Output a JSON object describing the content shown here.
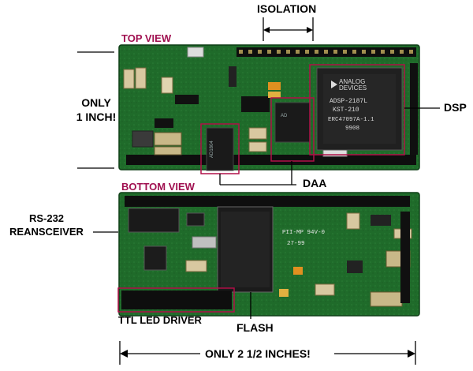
{
  "labels": {
    "isolation": "ISOLATION",
    "top_view": "TOP VIEW",
    "bottom_view": "BOTTOM VIEW",
    "only_1_inch_line1": "ONLY",
    "only_1_inch_line2": "1 INCH!",
    "dsp": "DSP",
    "daa": "DAA",
    "rs232_line1": "RS-232",
    "rs232_line2": "REANSCEIVER",
    "ttl_led_driver": "TTL LED DRIVER",
    "flash": "FLASH",
    "only_2_half_inches": "ONLY 2 1/2 INCHES!"
  },
  "chip_text": {
    "dsp_line1": "ANALOG",
    "dsp_line2": "DEVICES",
    "dsp_line3": "ADSP-2187L",
    "dsp_line4": "KST-210",
    "dsp_line5": "ERC47097A-1.1",
    "dsp_line6": "9908",
    "pcb_marking": "PII-MP 94V-0",
    "pcb_code": "27-99"
  },
  "colors": {
    "pcb": "#1f6b2a",
    "pcb_dark": "#14501d",
    "highlight": "#b01048",
    "view_title": "#a01050"
  }
}
